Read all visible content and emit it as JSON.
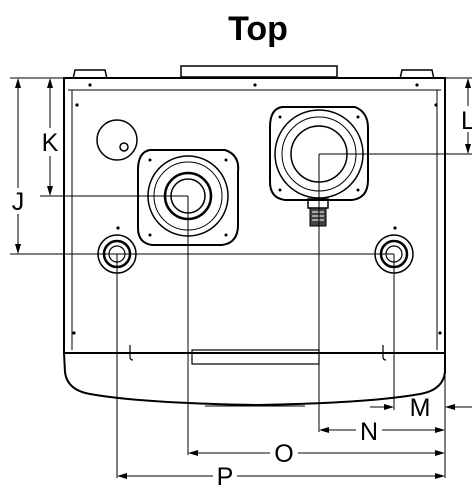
{
  "view_title": "Top",
  "dimension_labels": {
    "J": "J",
    "K": "K",
    "L": "L",
    "M": "M",
    "N": "N",
    "O": "O",
    "P": "P"
  }
}
